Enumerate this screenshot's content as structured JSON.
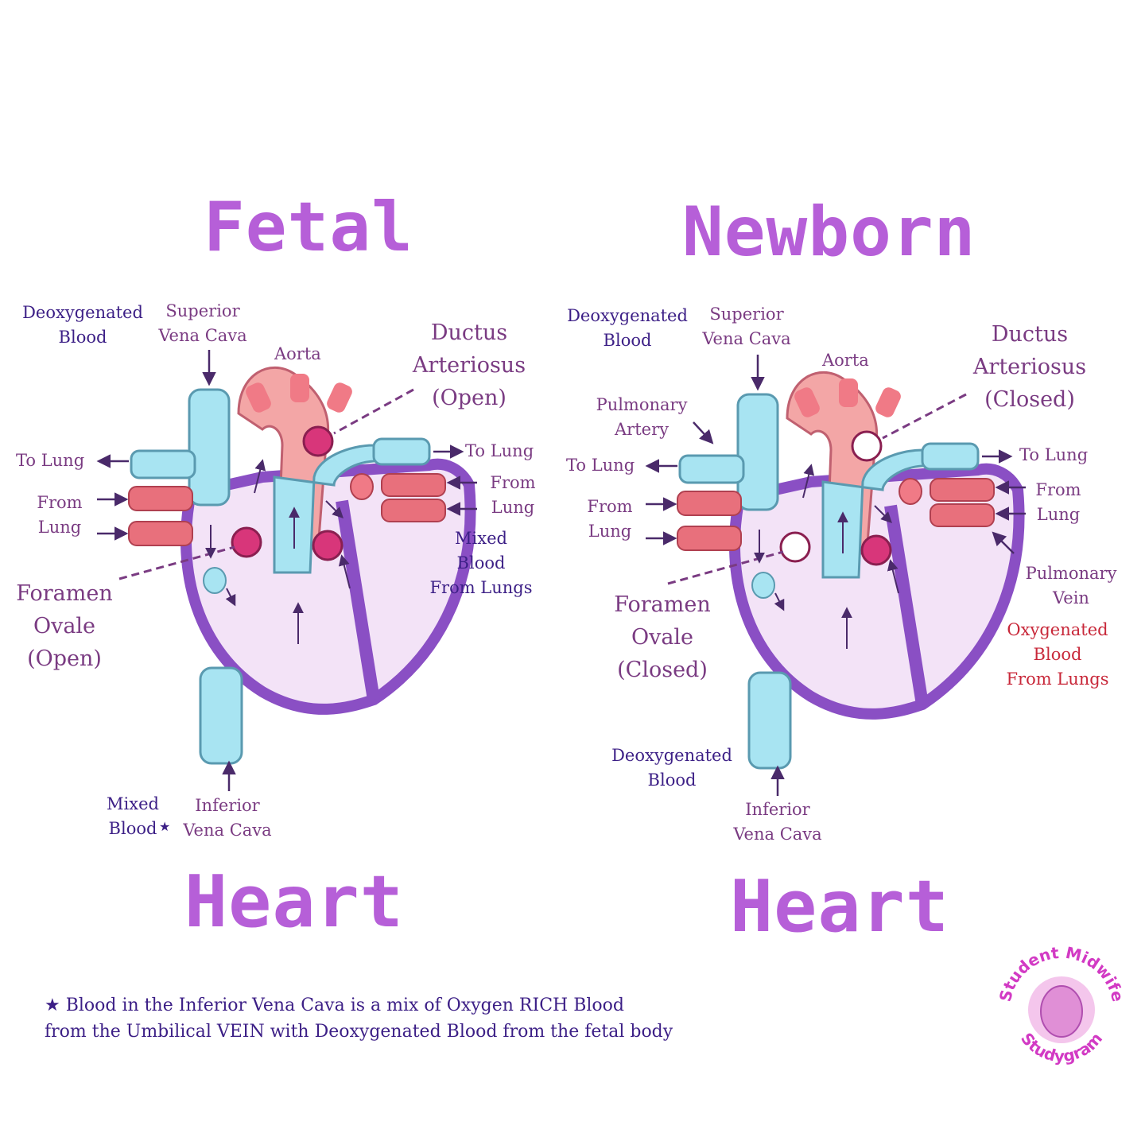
{
  "fetal": {
    "title_top": "Fetal",
    "title_bottom": "Heart",
    "deoxy_1": "Deoxygenated",
    "deoxy_2": "Blood",
    "svc_1": "Superior",
    "svc_2": "Vena Cava",
    "aorta": "Aorta",
    "da_1": "Ductus",
    "da_2": "Arteriosus",
    "da_3": "(Open)",
    "to_lung_left": "To Lung",
    "from_lung_left_1": "From",
    "from_lung_left_2": "Lung",
    "to_lung_right": "To Lung",
    "from_lung_right_1": "From",
    "from_lung_right_2": "Lung",
    "mixed_lungs_1": "Mixed",
    "mixed_lungs_2": "Blood",
    "mixed_lungs_3": "From Lungs",
    "fo_1": "Foramen",
    "fo_2": "Ovale",
    "fo_3": "(Open)",
    "mixed_1": "Mixed",
    "mixed_2": "Blood",
    "star": "★",
    "ivc_1": "Inferior",
    "ivc_2": "Vena Cava"
  },
  "newborn": {
    "title_top": "Newborn",
    "title_bottom": "Heart",
    "deoxy_1": "Deoxygenated",
    "deoxy_2": "Blood",
    "svc_1": "Superior",
    "svc_2": "Vena Cava",
    "aorta": "Aorta",
    "da_1": "Ductus",
    "da_2": "Arteriosus",
    "da_3": "(Closed)",
    "pa_1": "Pulmonary",
    "pa_2": "Artery",
    "to_lung_left": "To Lung",
    "from_lung_left_1": "From",
    "from_lung_left_2": "Lung",
    "to_lung_right": "To Lung",
    "from_lung_right_1": "From",
    "from_lung_right_2": "Lung",
    "pv_1": "Pulmonary",
    "pv_2": "Vein",
    "oxy_1": "Oxygenated",
    "oxy_2": "Blood",
    "oxy_3": "From Lungs",
    "fo_1": "Foramen",
    "fo_2": "Ovale",
    "fo_3": "(Closed)",
    "deoxy_low_1": "Deoxygenated",
    "deoxy_low_2": "Blood",
    "ivc_1": "Inferior",
    "ivc_2": "Vena Cava"
  },
  "footnote": {
    "line1": "★ Blood in the Inferior Vena Cava is a mix of Oxygen RICH Blood",
    "line2": "from the Umbilical VEIN with Deoxygenated Blood from the fetal body"
  },
  "logo": {
    "top": "Student Midwife",
    "bottom": "Studygram"
  },
  "colors": {
    "title": "#b65fd8",
    "label_dark": "#3c1f86",
    "label_mid": "#7a3b82",
    "label_red": "#c8283a",
    "vessel_blue": "#a8e4f2",
    "vessel_red": "#e8707c",
    "aorta_pink": "#f3a6a6",
    "heart_wall": "#8a4fc4",
    "valve_open": "#d8367a",
    "valve_closed": "#ffffff"
  }
}
